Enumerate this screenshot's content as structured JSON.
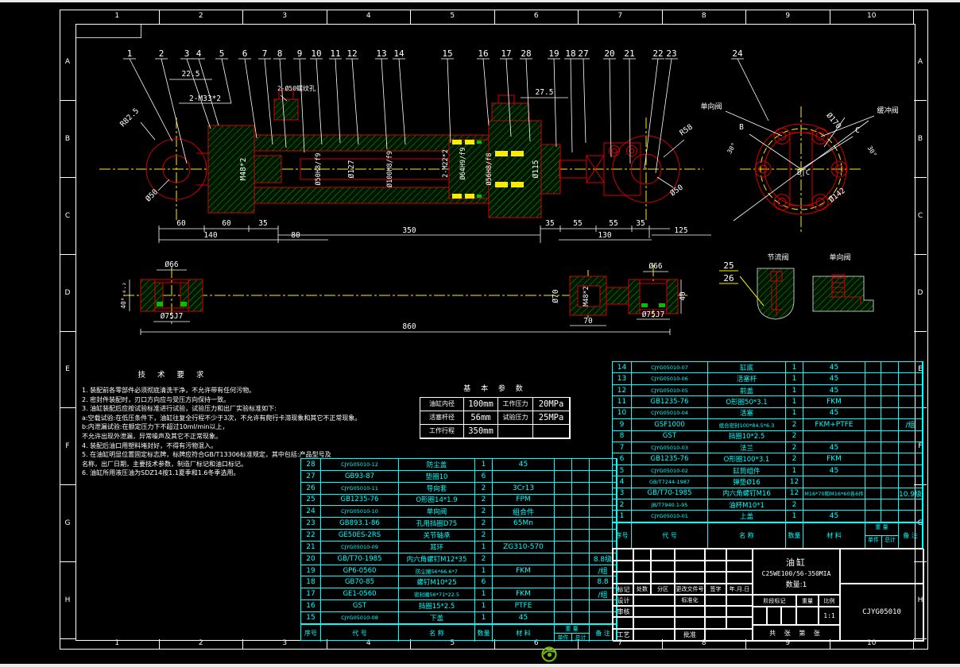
{
  "colors": {
    "background": "#000000",
    "line_red": "#d40000",
    "hatch_green": "#00b400",
    "accent_yellow": "#ffeb00",
    "text_cyan": "#00ffff",
    "text_white": "#ffffff",
    "logo_green": "#76b900"
  },
  "frame": {
    "top_zones": [
      "1",
      "2",
      "3",
      "4",
      "5",
      "6",
      "7",
      "8",
      "9",
      "10"
    ],
    "bottom_zones": [
      "1",
      "2",
      "3",
      "4",
      "5",
      "6",
      "7",
      "8",
      "9",
      "10"
    ],
    "left_zones": [
      "A",
      "B",
      "C",
      "D",
      "E",
      "F",
      "G",
      "H"
    ],
    "right_zones": [
      "A",
      "B",
      "C",
      "D",
      "E",
      "F",
      "G",
      "H"
    ]
  },
  "notes": {
    "title": "技 术 要 求",
    "lines": [
      "1. 装配前各零部件必须彻底清洗干净，不允许带有任何污物。",
      "2. 密封件装配时，刃口方向应与受压方向保持一致。",
      "3. 油缸装配后应按试验标准进行试验，试验压力和出厂实验标准如下:",
      "   a:空载试验:在低压条件下，油缸往复全行程不少于3次，不允许有爬行卡滞现象和其它不正常现象。",
      "   b:内泄漏试验:在额定压力下不超过10ml/min以上，",
      "      不允许出现外泄漏，异常噪声及其它不正常现象。",
      "4. 装配后油口用塑料堵封好，不得有污物混入。",
      "5. 在油缸明显位置固定标志牌，标牌应符合GB/T13306标准规定，其中包括:产品型号及",
      "   名称，出厂日期，主要技术参数，制造厂标记和油口标记。",
      "6. 油缸所用液压油为SDZ14按1.1夏季和1.6冬季选用。"
    ]
  },
  "params_table": {
    "title": "基 本 参 数",
    "rows": [
      [
        "油缸内径",
        "100mm",
        "工作压力",
        "20MPa"
      ],
      [
        "活塞杆径",
        "56mm",
        "试验压力",
        "25MPa"
      ],
      [
        "工作行程",
        "350mm",
        "",
        ""
      ]
    ]
  },
  "bom_header": {
    "no": "序号",
    "code": "代  号",
    "name": "名  称",
    "qty": "数量",
    "material": "材  料",
    "weight": "重 量",
    "unit": "单件",
    "total": "总计",
    "note": "备 注"
  },
  "parts_left": {
    "rows": [
      [
        "28",
        "CJYG05010-12",
        "防尘盖",
        "1",
        "45",
        "",
        "",
        ""
      ],
      [
        "27",
        "GB93-87",
        "垫圈10",
        "6",
        "",
        "",
        "",
        ""
      ],
      [
        "26",
        "CJYG05010-11",
        "导向套",
        "2",
        "3Cr13",
        "",
        "",
        ""
      ],
      [
        "25",
        "GB1235-76",
        "O形圈14*1.9",
        "2",
        "FPM",
        "",
        "",
        ""
      ],
      [
        "24",
        "CJYG05010-10",
        "单向阀",
        "2",
        "组合件",
        "",
        "",
        ""
      ],
      [
        "23",
        "GB893.1-86",
        "孔用挡圈D75",
        "2",
        "65Mn",
        "",
        "",
        ""
      ],
      [
        "22",
        "GE50ES-2RS",
        "关节轴承",
        "2",
        "",
        "",
        "",
        ""
      ],
      [
        "21",
        "CJYG05010-09",
        "耳环",
        "1",
        "ZG310-570",
        "",
        "",
        ""
      ],
      [
        "20",
        "GB/T70-1985",
        "内六角螺钉M12*35",
        "2",
        "",
        "",
        "",
        "8.8级"
      ],
      [
        "19",
        "GP6-0560",
        "防尘圈56*66.6*7",
        "1",
        "FKM",
        "",
        "",
        "/组"
      ],
      [
        "18",
        "GB70-85",
        "螺钉M10*25",
        "6",
        "",
        "",
        "",
        "8.8"
      ],
      [
        "17",
        "GE1-0560",
        "密封圈56*71*22.5",
        "1",
        "FKM",
        "",
        "",
        "/组"
      ],
      [
        "16",
        "GST",
        "挡圈15*2.5",
        "1",
        "PTFE",
        "",
        "",
        ""
      ],
      [
        "15",
        "CJYG05010-08",
        "下盖",
        "1",
        "45",
        "",
        "",
        ""
      ]
    ]
  },
  "parts_right": {
    "rows": [
      [
        "14",
        "CJYG05010-07",
        "缸底",
        "1",
        "45",
        "",
        "",
        ""
      ],
      [
        "13",
        "CJYG05010-06",
        "活塞杆",
        "1",
        "45",
        "",
        "",
        ""
      ],
      [
        "12",
        "CJYG05010-05",
        "前盖",
        "1",
        "45",
        "",
        "",
        ""
      ],
      [
        "11",
        "GB1235-76",
        "O形圈50*3.1",
        "1",
        "FKM",
        "",
        "",
        ""
      ],
      [
        "10",
        "CJYG05010-04",
        "活塞",
        "1",
        "45",
        "",
        "",
        ""
      ],
      [
        "9",
        "GSF1000",
        "组合密封100*84.5*6.3",
        "2",
        "FKM+PTFE",
        "",
        "",
        "/组"
      ],
      [
        "8",
        "GST",
        "挡圈10*2.5",
        "2",
        "",
        "",
        "",
        ""
      ],
      [
        "7",
        "CJYG05010-03",
        "法兰",
        "2",
        "45",
        "",
        "",
        ""
      ],
      [
        "6",
        "GB1235-76",
        "O形圈100*3.1",
        "2",
        "FKM",
        "",
        "",
        ""
      ],
      [
        "5",
        "CJYG05010-02",
        "缸筒组件",
        "1",
        "45",
        "",
        "",
        ""
      ],
      [
        "4",
        "GB/T7244-1987",
        "弹垫Ø16",
        "12",
        "",
        "",
        "",
        ""
      ],
      [
        "3",
        "GB/T70-1985",
        "内六角螺钉M16",
        "12",
        "M16*70和M16*60各6件",
        "",
        "",
        "10.9级"
      ],
      [
        "2",
        "JB/T7940.1-95",
        "油杯M10*1",
        "2",
        "",
        "",
        "",
        ""
      ],
      [
        "1",
        "CJYG05010-01",
        "上盖",
        "1",
        "45",
        "",
        "",
        ""
      ]
    ]
  },
  "title_block": {
    "product": "油缸",
    "model": "C25WE100/56-350MIA",
    "qty": "数量:1",
    "drawing_no": "CJYG05010",
    "rev_labels": [
      "标记",
      "处数",
      "分区",
      "更改文件号",
      "签字",
      "年.月.日"
    ],
    "roles": {
      "design": "设计",
      "check": "审核",
      "process": "工艺",
      "standard": "标准化",
      "approve": "批准"
    },
    "stage_label": "阶段标记",
    "weight_label": "重量",
    "scale_label": "比例",
    "scale_value": "1:1",
    "sheet": "共 张 第 张"
  },
  "drawing": {
    "balloons": [
      "1",
      "2",
      "3",
      "4",
      "5",
      "6",
      "7",
      "8",
      "9",
      "10",
      "11",
      "12",
      "13",
      "14",
      "15",
      "16",
      "17",
      "28",
      "19",
      "18",
      "27",
      "20",
      "21",
      "22",
      "23",
      "24"
    ],
    "detail_balloons": [
      "25",
      "26"
    ],
    "labels": {
      "check_valve_top": "单向阀",
      "buffer_valve": "缓冲阀",
      "throttle_valve": "节流阀",
      "check_valve_detail": "单向阀"
    },
    "dims": {
      "d22_5": "22.5",
      "port50": "2-Ø50螺纹孔",
      "m33": "2-M33*2",
      "r82": "R82.5",
      "o50l": "Ø50",
      "m48": "M48*2",
      "o50h8": "Ø50H8/f9",
      "o127": "Ø127",
      "o100": "Ø100H8/f9",
      "m22": "2-M22*2",
      "o64": "Ø64H9/f9",
      "o56": "Ø56H8/f8",
      "o115": "Ø115",
      "d27_5": "27.5",
      "r58": "R58",
      "o50r": "Ø50",
      "b60a": "60",
      "b60b": "60",
      "b35a": "35",
      "b140": "140",
      "b80": "80",
      "b350": "350",
      "b35b": "35",
      "b55a": "55",
      "b55b": "55",
      "b35c": "35",
      "b130": "130",
      "b125": "125",
      "o170": "Ø170",
      "o142": "Ø142",
      "zb": "B",
      "zc": "C",
      "a30a": "30°",
      "a30b": "30°",
      "bc": "B|C",
      "ro66l": "Ø66",
      "r40tol": "40⁰₋₀.₂",
      "ro75l": "Ø75J7",
      "r860": "860",
      "ro70": "Ø70",
      "rm48": "M48*2",
      "r70": "70",
      "ro66r": "Ø66",
      "ro75r": "Ø75J7",
      "r40": "40"
    }
  },
  "logo_icon": "nvidia-swirl"
}
